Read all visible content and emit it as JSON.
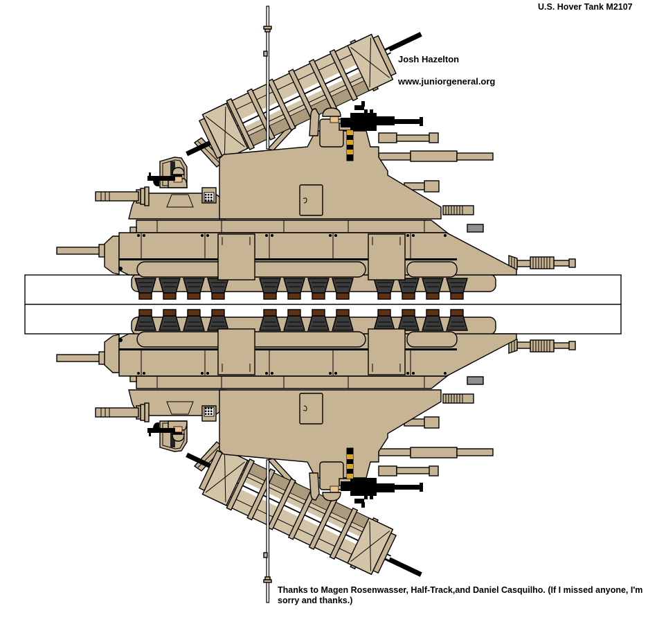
{
  "header": {
    "title": "U.S. Hover Tank M2107"
  },
  "credits": {
    "author": "Josh Hazelton",
    "website": "www.juniorgeneral.org"
  },
  "footer": {
    "thanks": "Thanks to Magen Rosenwasser, Half-Track,and Daniel Casquilho. (If I missed anyone, I'm sorry and thanks.)"
  },
  "figure": {
    "subject": "side view of hover tank, mirrored top/bottom for paper-miniature folding",
    "parts": [
      "missile-launcher-rack",
      "radio-antenna",
      "commander-cupola-with-machine-gunner",
      "main-turret-with-three-gun-barrels",
      "driver-glass-cupola-with-rifleman",
      "hull",
      "sponson-boxes",
      "hover-skirt-pads",
      "bow-gun",
      "rear-gun",
      "fold-band"
    ]
  },
  "colors": {
    "tan": "#C6B494",
    "tanLight": "#D3C4A7",
    "tanDark": "#AB9A7B",
    "skin": "#EEC28E",
    "cyan": "#00E6E6",
    "padGray": "#3B3B3B",
    "footBrown": "#5E3113",
    "slitGray": "#8F8F8F",
    "beltYellow": "#DFA31E",
    "outline": "#000000",
    "background": "#FFFFFF"
  }
}
